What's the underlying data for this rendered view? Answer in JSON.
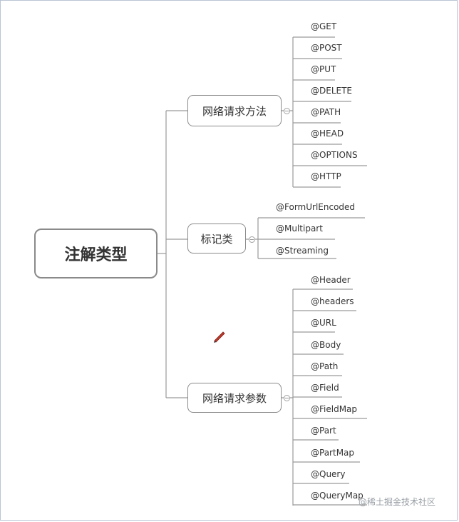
{
  "root": {
    "label": "注解类型"
  },
  "branches": [
    {
      "label": "网络请求方法",
      "children": [
        "@GET",
        "@POST",
        "@PUT",
        "@DELETE",
        "@PATH",
        "@HEAD",
        "@OPTIONS",
        "@HTTP"
      ]
    },
    {
      "label": "标记类",
      "children": [
        "@FormUrlEncoded",
        "@Multipart",
        "@Streaming"
      ]
    },
    {
      "label": "网络请求参数",
      "children": [
        "@Header",
        "@headers",
        "@URL",
        "@Body",
        "@Path",
        "@Field",
        "@FieldMap",
        "@Part",
        "@PartMap",
        "@Query",
        "@QueryMap"
      ]
    }
  ],
  "watermark": "@稀土掘金技术社区",
  "colors": {
    "line": "#9a9a9a",
    "border": "#8a8a8a",
    "text": "#333333",
    "cursor": "#c0392b"
  }
}
